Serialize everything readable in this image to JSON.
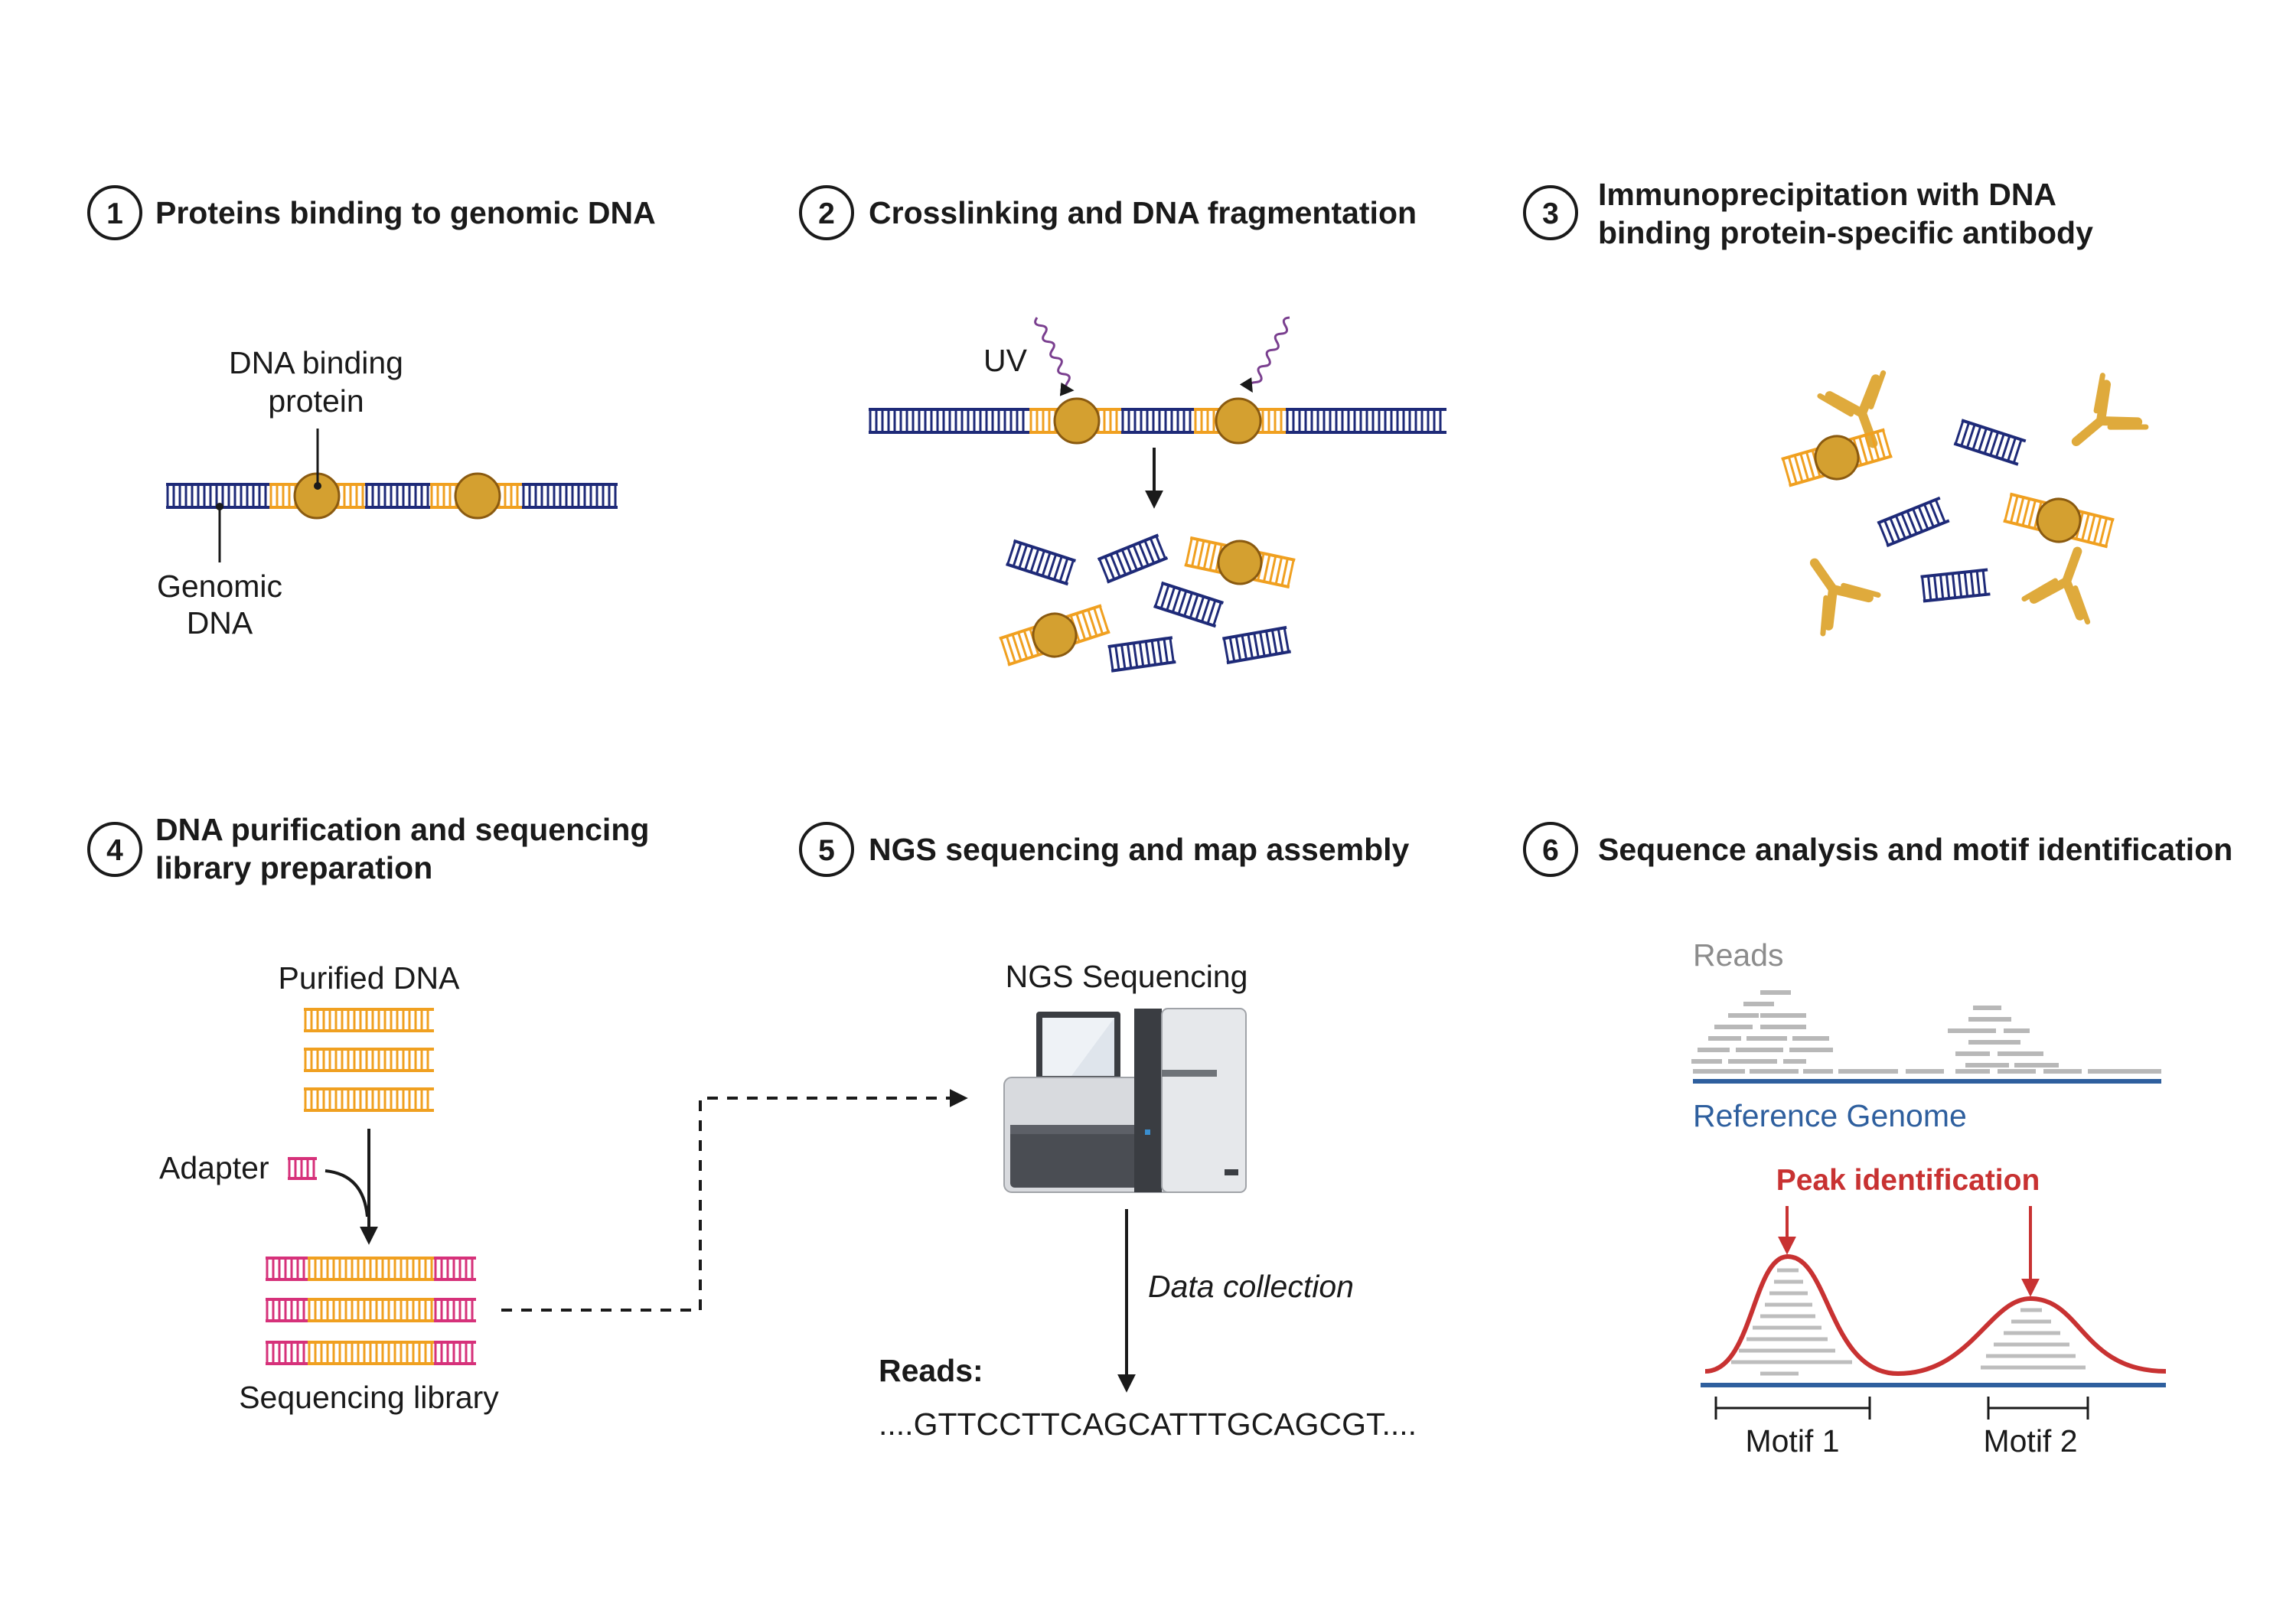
{
  "colors": {
    "navy": "#1e2a78",
    "orange": "#f0a020",
    "protein": "#d4a030",
    "protein_stroke": "#8a5a10",
    "antibody": "#dfaa3c",
    "pink": "#d6317a",
    "purple": "#7a3f8f",
    "read_grey": "#b8b8b8",
    "genome_blue": "#2e5f9e",
    "peak_red": "#c83232",
    "text": "#1a1a1a"
  },
  "steps": [
    {
      "number": "1",
      "title_lines": [
        "Proteins binding to genomic DNA"
      ]
    },
    {
      "number": "2",
      "title_lines": [
        "Crosslinking and DNA fragmentation"
      ]
    },
    {
      "number": "3",
      "title_lines": [
        "Immunoprecipitation with DNA",
        "binding protein-specific antibody"
      ]
    },
    {
      "number": "4",
      "title_lines": [
        "DNA purification and sequencing",
        "library preparation"
      ]
    },
    {
      "number": "5",
      "title_lines": [
        "NGS sequencing and map assembly"
      ]
    },
    {
      "number": "6",
      "title_lines": [
        "Sequence analysis and motif identification"
      ]
    }
  ],
  "panel1": {
    "protein_label_lines": [
      "DNA binding",
      "protein"
    ],
    "dna_label_lines": [
      "Genomic",
      "DNA"
    ]
  },
  "panel2": {
    "uv_label": "UV"
  },
  "panel4": {
    "purified_label": "Purified DNA",
    "adapter_label": "Adapter",
    "library_label": "Sequencing library"
  },
  "panel5": {
    "machine_label": "NGS Sequencing",
    "collection_label": "Data collection",
    "reads_label": "Reads:",
    "sequence": "....GTTCCTTCAGCATTTGCAGCGT...."
  },
  "panel6": {
    "reads_label": "Reads",
    "genome_label": "Reference Genome",
    "peak_label": "Peak identification",
    "motif1_label": "Motif 1",
    "motif2_label": "Motif 2"
  }
}
